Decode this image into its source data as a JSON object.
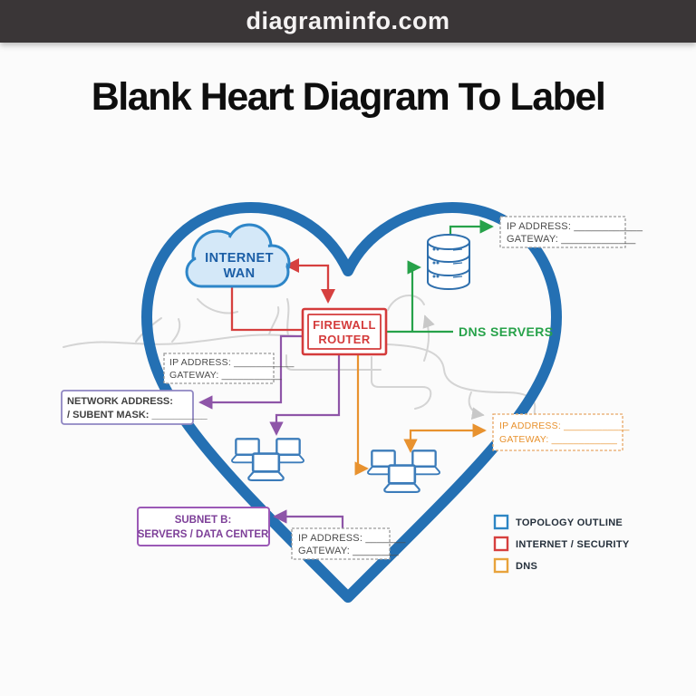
{
  "header": {
    "site_name": "diagraminfo.com"
  },
  "title": "Blank Heart Diagram To Label",
  "diagram": {
    "cloud": {
      "line1": "INTERNET",
      "line2": "WAN"
    },
    "firewall": {
      "line1": "FIREWALL",
      "line2": "ROUTER"
    },
    "dns_servers_label": "DNS SERVERS",
    "boxes": {
      "top_right": {
        "line1": "IP ADDRESS: ____________",
        "line2": "GATEWAY: _____________"
      },
      "wan_side": {
        "line1": "IP ADDRESS: ___________",
        "line2": "GATEWAY: ___________"
      },
      "network_address": {
        "line1": "NETWORK ADDRESS:",
        "line2": "/ SUBENT MASK: __________"
      },
      "dns_side": {
        "line1": "IP ADDRESS: ____________",
        "line2": "GATEWAY: ____________"
      },
      "subnet_b": {
        "line1": "SUBNET B:",
        "line2": "SERVERS / DATA CENTER"
      },
      "subnet_side": {
        "line1": "IP ADDRESS: _______",
        "line2": "GATEWAY: ________"
      }
    },
    "legend": {
      "items": [
        {
          "label": "TOPOLOGY OUTLINE",
          "color": "#2e86c4"
        },
        {
          "label": "INTERNET / SECURITY",
          "color": "#d6403f"
        },
        {
          "label": "DNS",
          "color": "#e8a33c"
        }
      ]
    },
    "colors": {
      "heart_outline": "#2470b3",
      "internet_security_red": "#d6403f",
      "dns_orange": "#e8922f",
      "subnet_purple": "#8e55a8",
      "dns_servers_green": "#27a24a"
    },
    "icons": {
      "cloud": "internet-wan-cloud-icon",
      "database": "dns-server-database-icon",
      "laptops": "workstation-laptop-icon"
    }
  }
}
